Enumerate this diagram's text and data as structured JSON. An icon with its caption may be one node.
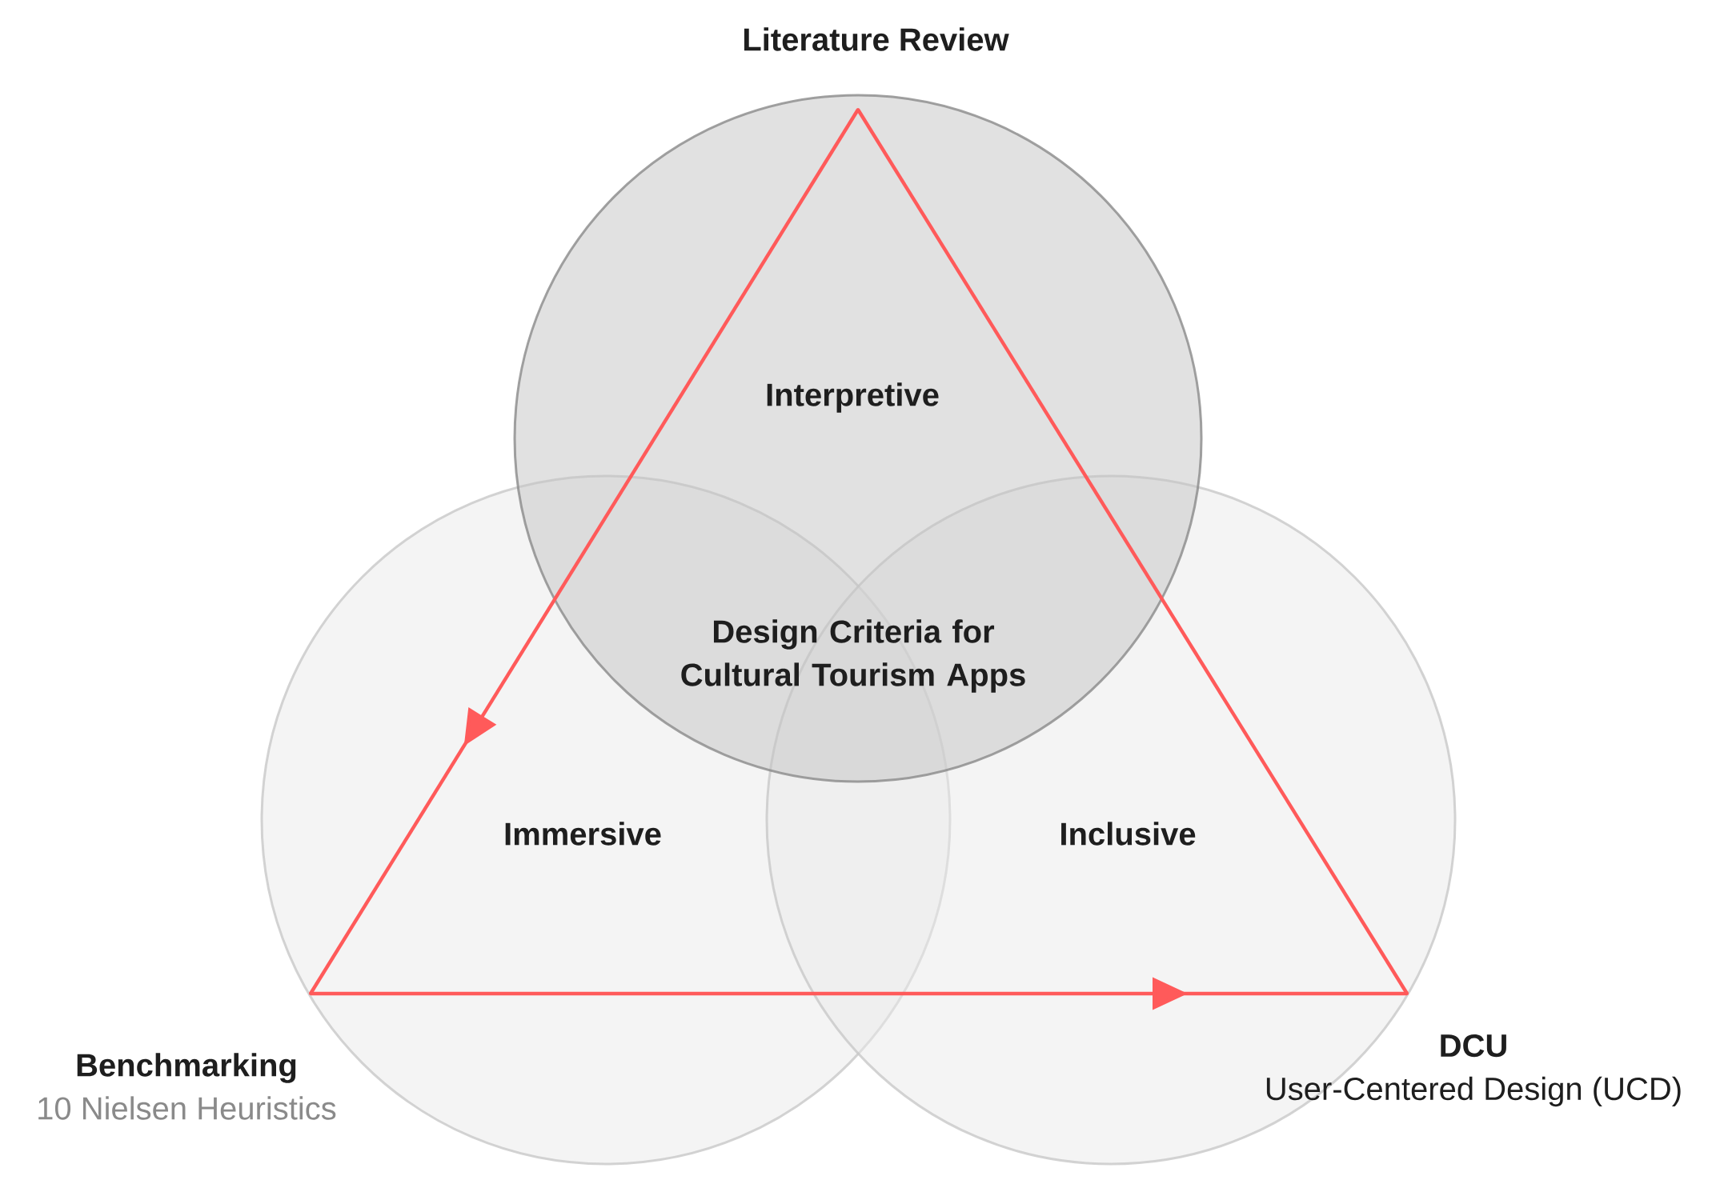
{
  "diagram": {
    "nodes": [
      {
        "text": [
          "Literature Review"
        ]
      },
      {
        "text": [
          "Benchmarking",
          "10 Nielsen Heuristics"
        ]
      },
      {
        "text": [
          "DCU",
          "User-Centered Design (UCD)"
        ]
      }
    ],
    "edges": [
      {
        "from": 0,
        "to": 1,
        "arrow": "to"
      },
      {
        "from": 1,
        "to": 2,
        "arrow": "to"
      },
      {
        "from": 2,
        "to": 0,
        "arrow": "none"
      }
    ],
    "labels": [
      "Interpretive",
      "Design Criteria for Cultural Tourism Apps",
      "Immersive",
      "Inclusive"
    ]
  }
}
